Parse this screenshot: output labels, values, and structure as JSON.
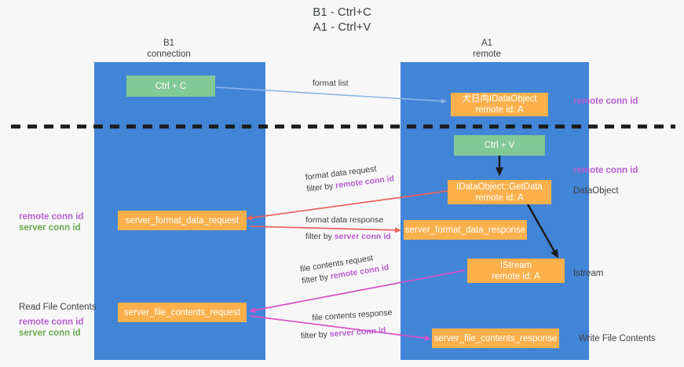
{
  "title": {
    "line1": "B1 - Ctrl+C",
    "line2": "A1 - Ctrl+V"
  },
  "columns": [
    {
      "name": "B1",
      "role": "connection"
    },
    {
      "name": "A1",
      "role": "remote"
    }
  ],
  "colors": {
    "lane": "#4285d6",
    "green_box": "#81c995",
    "orange_box": "#fbb04c",
    "purple_text": "#b95fd0",
    "green_text": "#6aa84f",
    "arrow_blue": "#8ab4e8",
    "arrow_red": "#e8615c",
    "arrow_pink": "#d64fc8",
    "arrow_black": "#1a1a1a",
    "divider": "#1a1a1a",
    "background": "#f7f7f7"
  },
  "boxes": {
    "ctrl_c": {
      "line1": "Ctrl + C"
    },
    "idataobject": {
      "line1": "⽝⽇⽱IDataObject",
      "line2": "remote id: A"
    },
    "ctrl_v": {
      "line1": "Ctrl + V"
    },
    "getdata": {
      "line1": "IDataObject::GetData",
      "line2": "remote id: A"
    },
    "server_format_data_request": {
      "line1": "server_format_data_request"
    },
    "server_format_data_response": {
      "line1": "server_format_data_response"
    },
    "istream": {
      "line1": "IStream",
      "line2": "remote id: A"
    },
    "server_file_contents_request": {
      "line1": "server_file_contents_request"
    },
    "server_file_contents_response": {
      "line1": "server_file_contents_response"
    }
  },
  "edges": {
    "format_list": {
      "label": "format list"
    },
    "format_data_request": {
      "label": "format data request",
      "filter_prefix": "filter by ",
      "filter_key": "remote conn id"
    },
    "format_data_response": {
      "label": "format data response",
      "filter_prefix": "filter by ",
      "filter_key": "server conn id"
    },
    "file_contents_request": {
      "label": "file contents request",
      "filter_prefix": "filter by ",
      "filter_key": "remote conn id"
    },
    "file_contents_response": {
      "label": "file contents response",
      "filter_prefix": "filter by ",
      "filter_key": "server conn id"
    }
  },
  "annotations": {
    "right_remote_conn_id_1": "remote conn id",
    "right_remote_conn_id_2": "remote conn id",
    "right_dataobject": "DataObject",
    "right_istream": "Istream",
    "right_write_file_contents": "Write File Contents",
    "left_remote_conn_id_1": "remote conn id",
    "left_server_conn_id_1": "server conn id",
    "left_read_file_contents": "Read File Contents",
    "left_remote_conn_id_2": "remote conn id",
    "left_server_conn_id_2": "server conn id"
  }
}
